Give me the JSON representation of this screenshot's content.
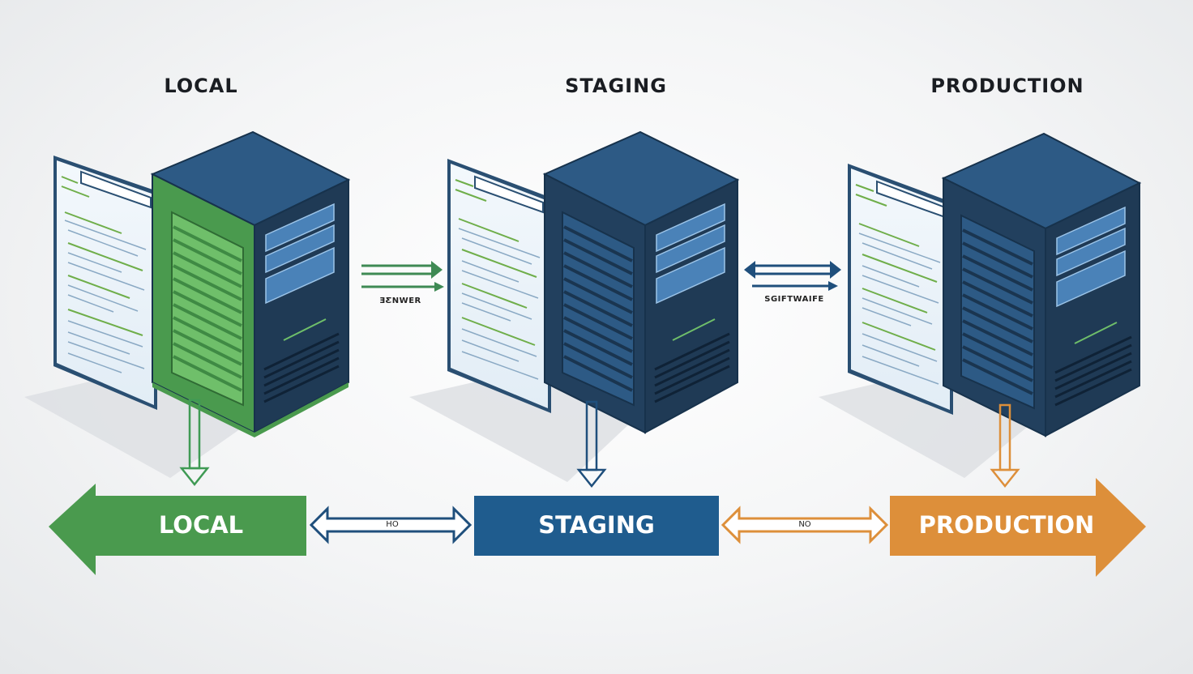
{
  "environments": [
    {
      "title": "LOCAL",
      "band_label": "LOCAL",
      "accent": "#4a9a4e"
    },
    {
      "title": "STAGING",
      "band_label": "STAGING",
      "accent": "#1f5c8e"
    },
    {
      "title": "PRODUCTION",
      "band_label": "PRODUCTION",
      "accent": "#dd8f3a"
    }
  ],
  "connectors": {
    "top_left": "ƎƸNWER",
    "top_right": "SGIFTWAIFE",
    "bottom_left": "HO",
    "bottom_right": "NO"
  },
  "colors": {
    "server_top": "#2d5a85",
    "server_side": "#1f3a55",
    "server_front_dark": "#22405e",
    "local_green": "#4a9a4e",
    "staging_blue": "#1f5c8e",
    "production_orange": "#dd8f3a"
  },
  "icons": [
    "code-document-icon",
    "server-tower-icon",
    "arrow-right-icon",
    "double-arrow-icon",
    "arrow-down-icon"
  ]
}
